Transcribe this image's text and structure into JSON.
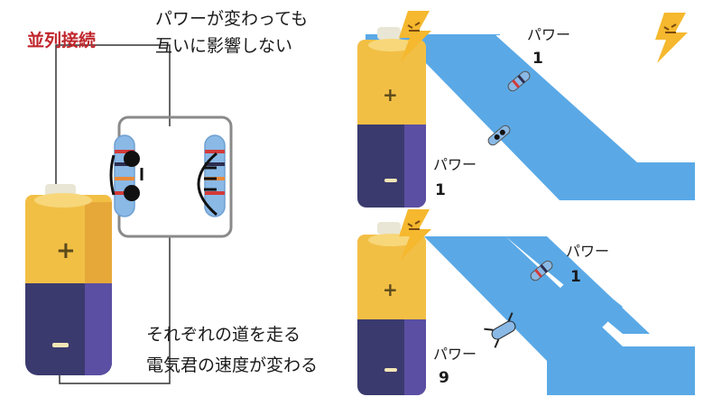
{
  "title": "並列接続",
  "note_top": [
    "パワーが変わっても",
    "互いに影響しない"
  ],
  "note_bottom": [
    "それぞれの道を走る",
    "電気君の速度が変わる"
  ],
  "top_panel": {
    "upper_label": "パワー",
    "upper_value": "1",
    "lower_label": "パワー",
    "lower_value": "1"
  },
  "bottom_panel": {
    "upper_label": "パワー",
    "upper_value": "1",
    "lower_label": "パワー",
    "lower_value": "9"
  },
  "colors": {
    "title": "#c0272d",
    "battery_gold": "#f2bf45",
    "battery_navy": "#3b3a6e",
    "battery_purple": "#5b4fa3",
    "road_blue": "#5aa9e6",
    "bolt_yellow": "#f5b82e",
    "resistor_blue": "#8ab9e6",
    "wire": "#333333"
  },
  "icons": [
    "battery-icon",
    "lightning-icon",
    "resistor-icon",
    "electric-character-icon"
  ]
}
